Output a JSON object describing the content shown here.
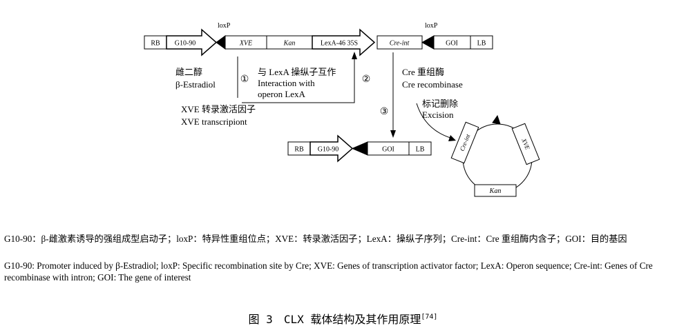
{
  "construct": {
    "loxp_left": "loxP",
    "loxp_right": "loxP",
    "rb": "RB",
    "promoter": "G10-90",
    "xve": "XVE",
    "kan": "Kan",
    "lexa": "LexA-46 35S",
    "cre_int": "Cre-int",
    "goi": "GOI",
    "lb": "LB"
  },
  "steps": {
    "step1_num": "①",
    "step2_num": "②",
    "step3_num": "③",
    "estradiol_zh": "雌二醇",
    "estradiol_en": "β-Estradiol",
    "lexa_zh": "与 LexA 操纵子互作",
    "lexa_en1": "Interaction with",
    "lexa_en2": "operon LexA",
    "xve_zh": "XVE 转录激活因子",
    "xve_en": "XVE transcripiont",
    "cre_zh": "Cre 重组酶",
    "cre_en": "Cre recombinase",
    "excision_zh": "标记删除",
    "excision_en": "Excision"
  },
  "result": {
    "rb": "RB",
    "promoter": "G10-90",
    "goi": "GOI",
    "lb": "LB"
  },
  "circle": {
    "cre_int": "Cre-int",
    "xve": "XVE",
    "kan": "Kan"
  },
  "caption": {
    "zh": "G10-90：β-雌激素诱导的强组成型启动子；loxP：特异性重组位点；XVE：转录激活因子；LexA：操纵子序列；Cre-int：Cre 重组酶内含子；GOI：目的基因",
    "en": "G10-90: Promoter induced by β-Estradiol; loxP: Specific recombination site by Cre; XVE: Genes of transcription activator factor; LexA: Operon sequence; Cre-int: Genes of Cre recombinase with intron; GOI: The gene of interest",
    "title": "图 3　CLX 载体结构及其作用原理",
    "ref": "[74]"
  }
}
